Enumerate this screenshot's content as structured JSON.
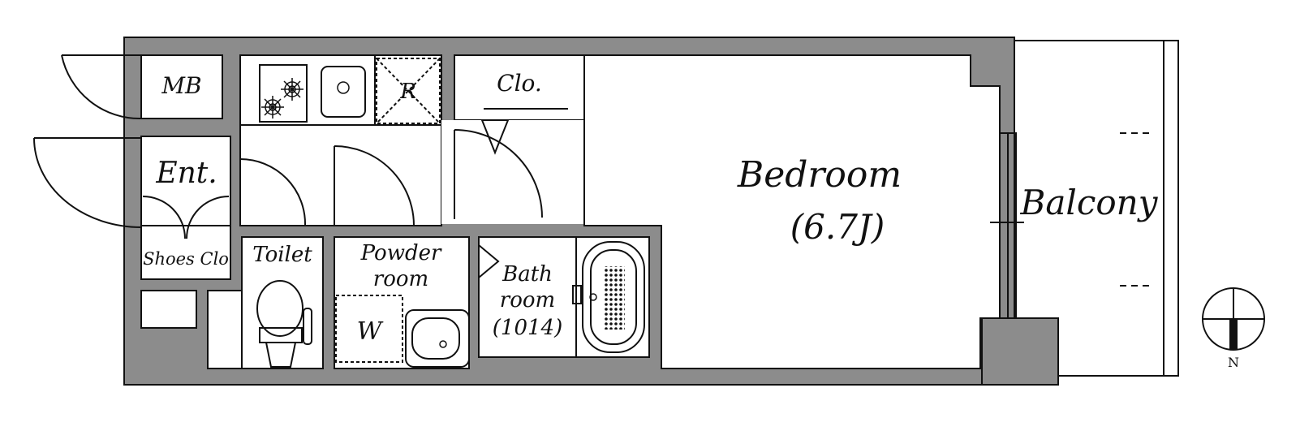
{
  "rooms": {
    "mb": "MB",
    "refrigerator": "R",
    "closet": "Clo.",
    "entrance": "Ent.",
    "shoes_closet": "Shoes Clo",
    "toilet": "Toilet",
    "powder_room_line1": "Powder",
    "powder_room_line2": "room",
    "washer": "W",
    "bath_line1": "Bath",
    "bath_line2": "room",
    "bath_line3": "(1014)",
    "bedroom": "Bedroom",
    "bedroom_size": "(6.7J)",
    "balcony": "Balcony"
  },
  "compass": {
    "north_label": "N"
  },
  "colors": {
    "wall": "#8c8c8c",
    "line": "#111111",
    "background": "#ffffff"
  }
}
